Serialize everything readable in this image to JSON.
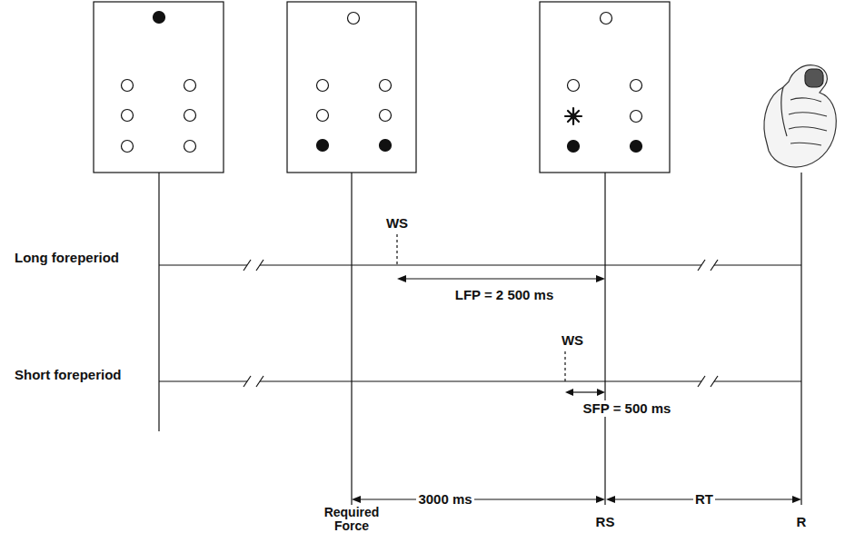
{
  "diagram": {
    "labels": [
      "Long foreperiod",
      "WS",
      "LFP = 2 500 ms",
      "Short foreperiod",
      "WS",
      "SFP = 500 ms",
      "3000 ms",
      "RT",
      "Required Force",
      "RS",
      "R"
    ]
  }
}
